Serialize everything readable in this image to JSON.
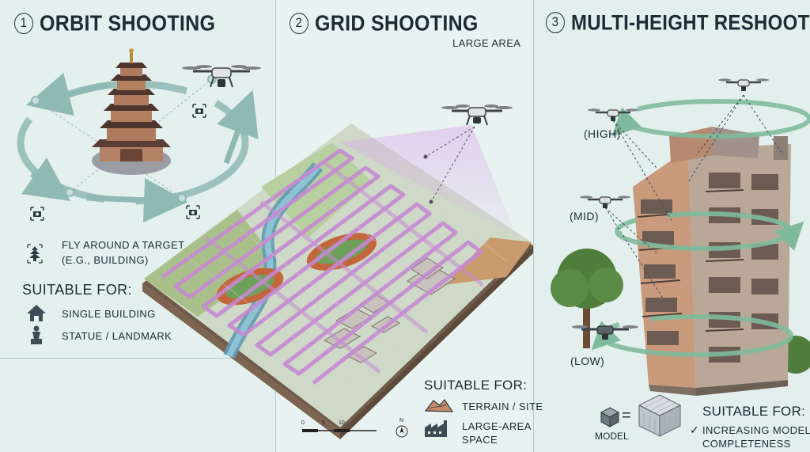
{
  "panels": {
    "orbit": {
      "number": "1",
      "title": "ORBIT SHOOTING",
      "description_line1": "FLY AROUND A TARGET",
      "description_line2": "(E.G., BUILDING)",
      "suitable_heading": "SUITABLE FOR:",
      "items": [
        "SINGLE BUILDING",
        "STATUE / LANDMARK"
      ]
    },
    "grid": {
      "number": "2",
      "title": "GRID SHOOTING",
      "subtitle": "LARGE AREA",
      "suitable_heading": "SUITABLE FOR:",
      "items": [
        "TERRAIN / SITE",
        "LARGE-AREA",
        "SPACE"
      ],
      "scale_labels": [
        "0",
        "5",
        "10"
      ],
      "north_label": "N"
    },
    "multi_height": {
      "number": "3",
      "title": "MULTI-HEIGHT RESHOOTING",
      "heights": [
        "(HIGH)",
        "(MID)",
        "(LOW)"
      ],
      "model_label": "MODEL",
      "equals": "=",
      "suitable_heading": "SUITABLE FOR:",
      "benefit_line1": "INCREASING MODEL",
      "benefit_line2": "COMPLETENESS",
      "check_mark": "✓"
    }
  },
  "icons": {
    "camera": "camera-icon",
    "drone": "drone-icon",
    "pagoda": "pagoda-icon",
    "house": "house-icon",
    "statue": "statue-icon",
    "terrain": "terrain-icon",
    "factory": "factory-icon",
    "compass": "compass-icon",
    "cube": "cube-icon"
  },
  "colors": {
    "background": "#e6f1ef",
    "orbit_path": "#8fb9b3",
    "grid_path": "#c58ad2",
    "multi_path": "#7fba9c",
    "text": "#1d2b33"
  }
}
